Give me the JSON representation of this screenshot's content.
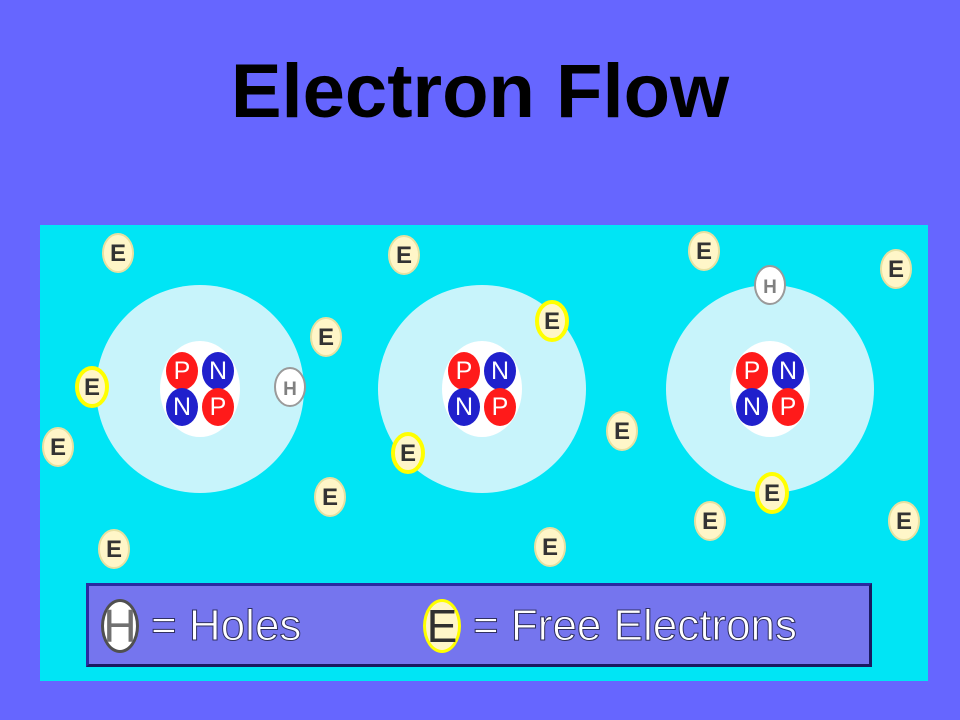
{
  "title": "Electron Flow",
  "particle_labels": {
    "electron": "E",
    "hole": "H",
    "proton": "P",
    "neutron": "N"
  },
  "colors": {
    "background": "#6666ff",
    "diagram_background": "#00e5f5",
    "atom_shell": "#c8f4fb",
    "proton": "#ff1a1a",
    "neutron": "#2020cc",
    "electron_free": "#fff6c8",
    "electron_bound": "#ffff00",
    "hole": "#ffffff"
  },
  "legend": {
    "hole_symbol": "H",
    "hole_text": "= Holes",
    "electron_symbol": "E",
    "electron_text": "= Free Electrons"
  },
  "atoms": [
    {
      "nucleus": [
        "P",
        "N",
        "N",
        "P"
      ]
    },
    {
      "nucleus": [
        "P",
        "N",
        "N",
        "P"
      ]
    },
    {
      "nucleus": [
        "P",
        "N",
        "N",
        "P"
      ]
    }
  ]
}
